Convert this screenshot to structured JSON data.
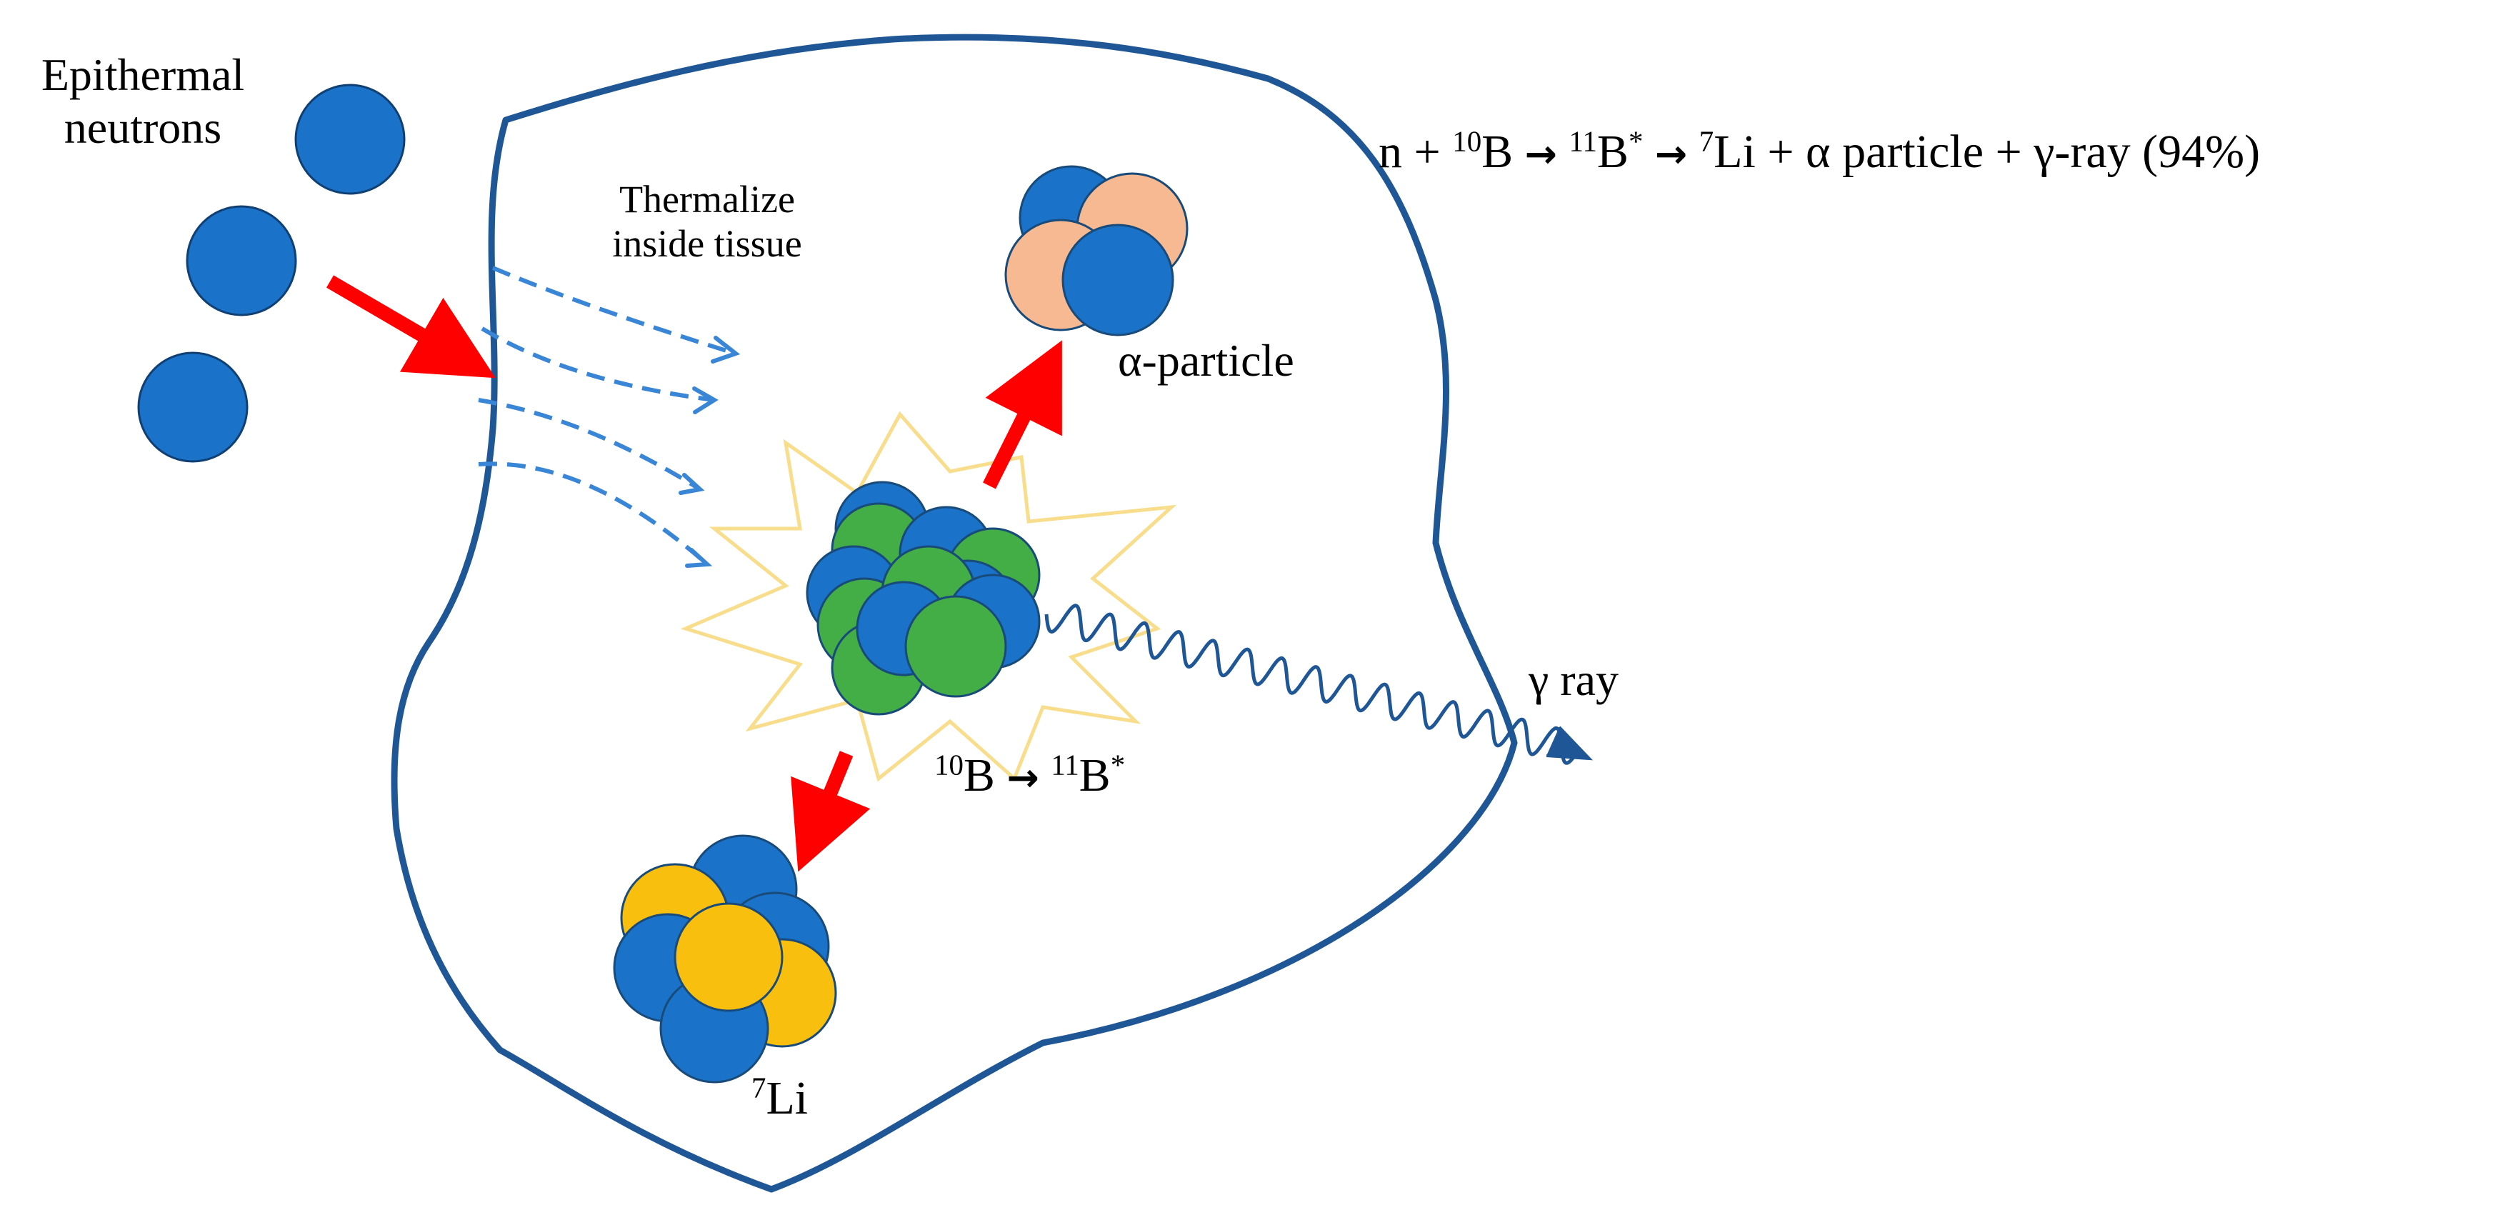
{
  "colors": {
    "neutron": "#1a73c8",
    "neutron_stroke": "#0f3f73",
    "boron_green": "#43ad46",
    "alpha_peach": "#f6b991",
    "lithium_yellow": "#f8bf0e",
    "cell_outline": "#1f5796",
    "red_arrow": "#ff0000",
    "dashed_arrow": "#3a86d6",
    "burst": "#f8dd8c",
    "gamma_wave": "#1f5796"
  },
  "labels": {
    "epithermal": [
      "Epithermal",
      "neutrons"
    ],
    "thermalize": [
      "Thermalize",
      "inside tissue"
    ],
    "alpha_particle": "α-particle",
    "gamma_ray": "γ ray",
    "li7": {
      "sup": "7",
      "text": "Li"
    },
    "boron": {
      "sup1": "10",
      "b1": "B",
      "arrow": "→",
      "sup2": "11",
      "b2": "B",
      "star": "*"
    }
  },
  "equation": {
    "n": "n + ",
    "sup_b10": "10",
    "b": "B ",
    "arrow": "→",
    "sup_b11": "11",
    "b_excited": "B",
    "star": "*",
    "sup_li7": "7",
    "rest": "Li + α particle + γ-ray (94%)"
  }
}
